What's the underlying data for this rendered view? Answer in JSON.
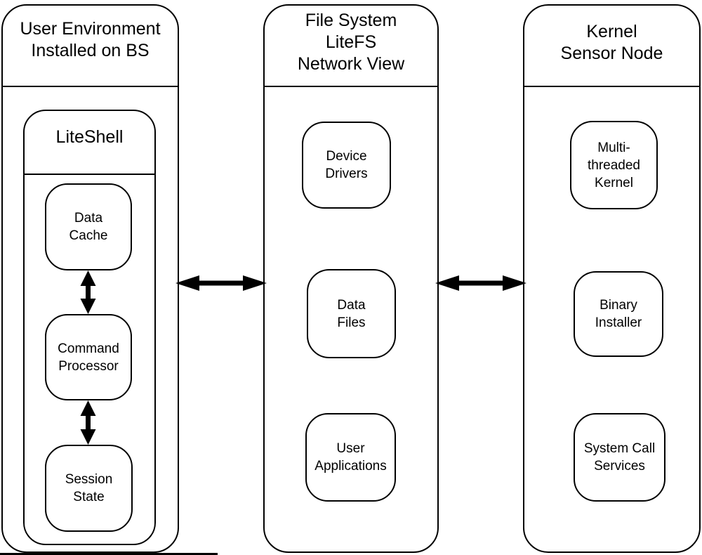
{
  "diagram": {
    "type": "architecture-block-diagram",
    "colors": {
      "background": "#ffffff",
      "line": "#000000",
      "text": "#000000"
    },
    "columns": [
      {
        "id": "user-environment",
        "title": "User Environment\nInstalled on BS",
        "shell": {
          "title": "LiteShell",
          "boxes": [
            {
              "label": "Data\nCache"
            },
            {
              "label": "Command\nProcessor"
            },
            {
              "label": "Session\nState"
            }
          ]
        }
      },
      {
        "id": "file-system",
        "title": "File System\nLiteFS\nNetwork View",
        "boxes": [
          {
            "label": "Device\nDrivers"
          },
          {
            "label": "Data\nFiles"
          },
          {
            "label": "User\nApplications"
          }
        ]
      },
      {
        "id": "kernel",
        "title": "Kernel\nSensor Node",
        "boxes": [
          {
            "label": "Multi-\nthreaded\nKernel"
          },
          {
            "label": "Binary\nInstaller"
          },
          {
            "label": "System Call\nServices"
          }
        ]
      }
    ],
    "connections": [
      {
        "id": "user-environment-to-file-system",
        "type": "double-headed-arrow",
        "orientation": "horizontal"
      },
      {
        "id": "file-system-to-kernel",
        "type": "double-headed-arrow",
        "orientation": "horizontal"
      },
      {
        "id": "data-cache-to-command-processor",
        "type": "double-headed-arrow",
        "orientation": "vertical"
      },
      {
        "id": "command-processor-to-session-state",
        "type": "double-headed-arrow",
        "orientation": "vertical"
      }
    ]
  }
}
